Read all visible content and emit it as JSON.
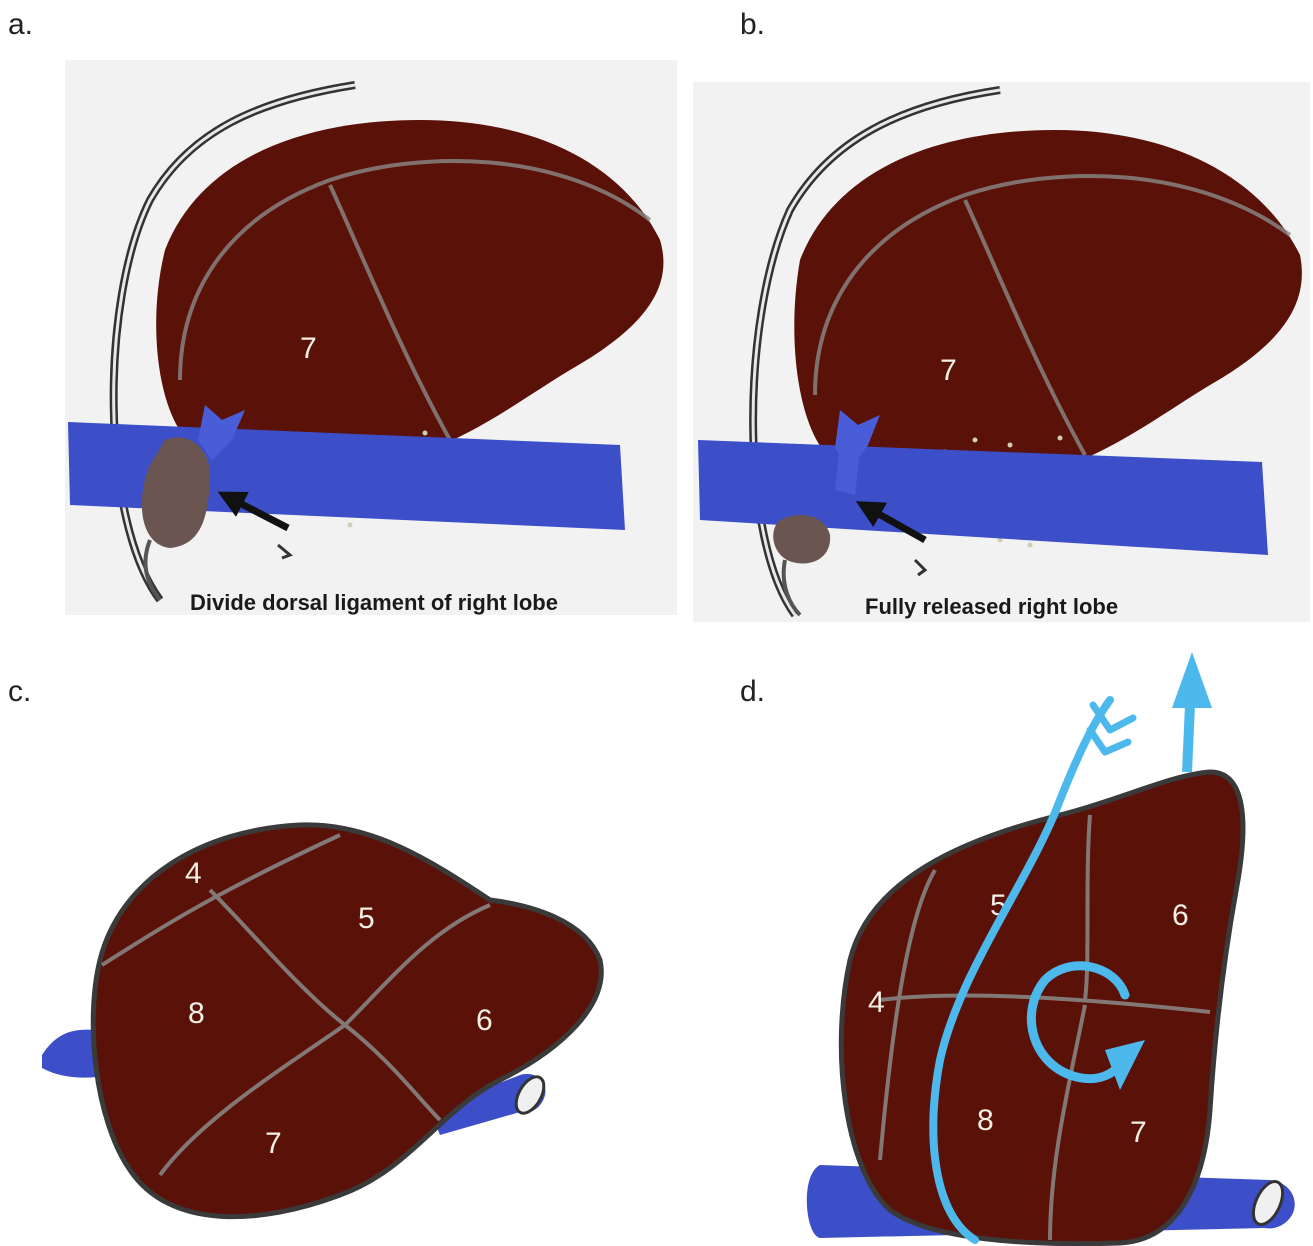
{
  "panels": {
    "a": {
      "letter": "a.",
      "caption": "Divide dorsal ligament of right lobe",
      "segment_labels": [
        "7"
      ]
    },
    "b": {
      "letter": "b.",
      "caption": "Fully released right lobe",
      "segment_labels": [
        "7"
      ]
    },
    "c": {
      "letter": "c.",
      "segment_labels": [
        "4",
        "5",
        "8",
        "6",
        "7"
      ]
    },
    "d": {
      "letter": "d.",
      "segment_labels": [
        "5",
        "6",
        "4",
        "8",
        "7"
      ]
    }
  },
  "colors": {
    "liver": "#5a1208",
    "liver_outline": "#3a3a3a",
    "vessel": "#3c4fc8",
    "arrow_blue": "#4db8ec",
    "arrow_black": "#111111",
    "panel_background": "#f2f2f2"
  }
}
